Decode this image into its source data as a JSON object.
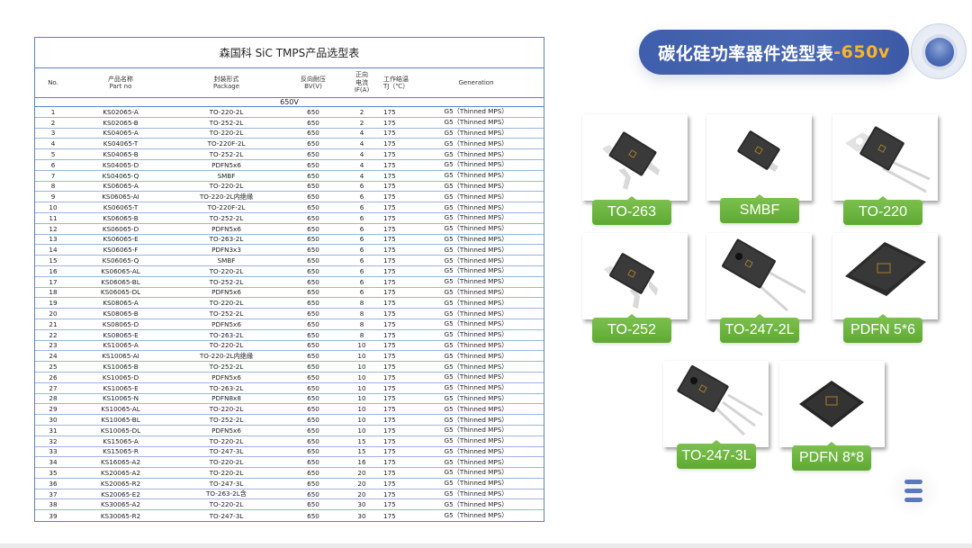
{
  "table": {
    "title": "森国科 SiC TMPS产品选型表",
    "headers": {
      "no": "No.",
      "part_cn": "产品名称",
      "part_en": "Part no",
      "pkg_cn": "封装形式",
      "pkg_en": "Package",
      "bv_cn": "反向耐压",
      "bv_en": "BV(V)",
      "if_cn1": "正向",
      "if_cn2": "电流",
      "if_en": "IF(A)",
      "tj_cn": "工作结温",
      "tj_en": "TJ（℃）",
      "gen": "Generation"
    },
    "group_label": "650V",
    "rows": [
      {
        "no": "1",
        "part": "KS02065-A",
        "pkg": "TO-220-2L",
        "bv": "650",
        "if": "2",
        "tj": "175",
        "gen": "G5（Thinned MPS）"
      },
      {
        "no": "2",
        "part": "KS02065-B",
        "pkg": "TO-252-2L",
        "bv": "650",
        "if": "2",
        "tj": "175",
        "gen": "G5（Thinned MPS）"
      },
      {
        "no": "3",
        "part": "KS04065-A",
        "pkg": "TO-220-2L",
        "bv": "650",
        "if": "4",
        "tj": "175",
        "gen": "G5（Thinned MPS）"
      },
      {
        "no": "4",
        "part": "KS04065-T",
        "pkg": "TO-220F-2L",
        "bv": "650",
        "if": "4",
        "tj": "175",
        "gen": "G5（Thinned MPS）"
      },
      {
        "no": "5",
        "part": "KS04065-B",
        "pkg": "TO-252-2L",
        "bv": "650",
        "if": "4",
        "tj": "175",
        "gen": "G5（Thinned MPS）"
      },
      {
        "no": "6",
        "part": "KS04065-D",
        "pkg": "PDFN5x6",
        "bv": "650",
        "if": "4",
        "tj": "175",
        "gen": "G5（Thinned MPS）"
      },
      {
        "no": "7",
        "part": "KS04065-Q",
        "pkg": "SMBF",
        "bv": "650",
        "if": "4",
        "tj": "175",
        "gen": "G5（Thinned MPS）"
      },
      {
        "no": "8",
        "part": "KS06065-A",
        "pkg": "TO-220-2L",
        "bv": "650",
        "if": "6",
        "tj": "175",
        "gen": "G5（Thinned MPS）"
      },
      {
        "no": "9",
        "part": "KS06065-AI",
        "pkg": "TO-220-2L内绝缘",
        "bv": "650",
        "if": "6",
        "tj": "175",
        "gen": "G5（Thinned MPS）"
      },
      {
        "no": "10",
        "part": "KS06065-T",
        "pkg": "TO-220F-2L",
        "bv": "650",
        "if": "6",
        "tj": "175",
        "gen": "G5（Thinned MPS）"
      },
      {
        "no": "11",
        "part": "KS06065-B",
        "pkg": "TO-252-2L",
        "bv": "650",
        "if": "6",
        "tj": "175",
        "gen": "G5（Thinned MPS）"
      },
      {
        "no": "12",
        "part": "KS06065-D",
        "pkg": "PDFN5x6",
        "bv": "650",
        "if": "6",
        "tj": "175",
        "gen": "G5（Thinned MPS）"
      },
      {
        "no": "13",
        "part": "KS06065-E",
        "pkg": "TO-263-2L",
        "bv": "650",
        "if": "6",
        "tj": "175",
        "gen": "G5（Thinned MPS）"
      },
      {
        "no": "14",
        "part": "KS06065-F",
        "pkg": "PDFN3x3",
        "bv": "650",
        "if": "6",
        "tj": "175",
        "gen": "G5（Thinned MPS）"
      },
      {
        "no": "15",
        "part": "KS06065-Q",
        "pkg": "SMBF",
        "bv": "650",
        "if": "6",
        "tj": "175",
        "gen": "G5（Thinned MPS）"
      },
      {
        "no": "16",
        "part": "KS06065-AL",
        "pkg": "TO-220-2L",
        "bv": "650",
        "if": "6",
        "tj": "175",
        "gen": "G5（Thinned MPS）"
      },
      {
        "no": "17",
        "part": "KS06065-BL",
        "pkg": "TO-252-2L",
        "bv": "650",
        "if": "6",
        "tj": "175",
        "gen": "G5（Thinned MPS）"
      },
      {
        "no": "18",
        "part": "KS06065-DL",
        "pkg": "PDFN5x6",
        "bv": "650",
        "if": "6",
        "tj": "175",
        "gen": "G5（Thinned MPS）"
      },
      {
        "no": "19",
        "part": "KS08065-A",
        "pkg": "TO-220-2L",
        "bv": "650",
        "if": "8",
        "tj": "175",
        "gen": "G5（Thinned MPS）"
      },
      {
        "no": "20",
        "part": "KS08065-B",
        "pkg": "TO-252-2L",
        "bv": "650",
        "if": "8",
        "tj": "175",
        "gen": "G5（Thinned MPS）"
      },
      {
        "no": "21",
        "part": "KS08065-D",
        "pkg": "PDFN5x6",
        "bv": "650",
        "if": "8",
        "tj": "175",
        "gen": "G5（Thinned MPS）"
      },
      {
        "no": "22",
        "part": "KS08065-E",
        "pkg": "TO-263-2L",
        "bv": "650",
        "if": "8",
        "tj": "175",
        "gen": "G5（Thinned MPS）"
      },
      {
        "no": "23",
        "part": "KS10065-A",
        "pkg": "TO-220-2L",
        "bv": "650",
        "if": "10",
        "tj": "175",
        "gen": "G5（Thinned MPS）"
      },
      {
        "no": "24",
        "part": "KS10065-AI",
        "pkg": "TO-220-2L内绝缘",
        "bv": "650",
        "if": "10",
        "tj": "175",
        "gen": "G5（Thinned MPS）"
      },
      {
        "no": "25",
        "part": "KS10065-B",
        "pkg": "TO-252-2L",
        "bv": "650",
        "if": "10",
        "tj": "175",
        "gen": "G5（Thinned MPS）"
      },
      {
        "no": "26",
        "part": "KS10065-D",
        "pkg": "PDFN5x6",
        "bv": "650",
        "if": "10",
        "tj": "175",
        "gen": "G5（Thinned MPS）"
      },
      {
        "no": "27",
        "part": "KS10065-E",
        "pkg": "TO-263-2L",
        "bv": "650",
        "if": "10",
        "tj": "175",
        "gen": "G5（Thinned MPS）"
      },
      {
        "no": "28",
        "part": "KS10065-N",
        "pkg": "PDFN8x8",
        "bv": "650",
        "if": "10",
        "tj": "175",
        "gen": "G5（Thinned MPS）"
      },
      {
        "no": "29",
        "part": "KS10065-AL",
        "pkg": "TO-220-2L",
        "bv": "650",
        "if": "10",
        "tj": "175",
        "gen": "G5（Thinned MPS）"
      },
      {
        "no": "30",
        "part": "KS10065-BL",
        "pkg": "TO-252-2L",
        "bv": "650",
        "if": "10",
        "tj": "175",
        "gen": "G5（Thinned MPS）"
      },
      {
        "no": "31",
        "part": "KS10065-DL",
        "pkg": "PDFN5x6",
        "bv": "650",
        "if": "10",
        "tj": "175",
        "gen": "G5（Thinned MPS）"
      },
      {
        "no": "32",
        "part": "KS15065-A",
        "pkg": "TO-220-2L",
        "bv": "650",
        "if": "15",
        "tj": "175",
        "gen": "G5（Thinned MPS）"
      },
      {
        "no": "33",
        "part": "KS15065-R",
        "pkg": "TO-247-3L",
        "bv": "650",
        "if": "15",
        "tj": "175",
        "gen": "G5（Thinned MPS）"
      },
      {
        "no": "34",
        "part": "KS16065-A2",
        "pkg": "TO-220-2L",
        "bv": "650",
        "if": "16",
        "tj": "175",
        "gen": "G5（Thinned MPS）"
      },
      {
        "no": "35",
        "part": "KS20065-A2",
        "pkg": "TO-220-2L",
        "bv": "650",
        "if": "20",
        "tj": "175",
        "gen": "G5（Thinned MPS）"
      },
      {
        "no": "36",
        "part": "KS20065-R2",
        "pkg": "TO-247-3L",
        "bv": "650",
        "if": "20",
        "tj": "175",
        "gen": "G5（Thinned MPS）"
      },
      {
        "no": "37",
        "part": "KS20065-E2",
        "pkg": "TO-263-2L含",
        "bv": "650",
        "if": "20",
        "tj": "175",
        "gen": "G5（Thinned MPS）"
      },
      {
        "no": "38",
        "part": "KS30065-A2",
        "pkg": "TO-220-2L",
        "bv": "650",
        "if": "30",
        "tj": "175",
        "gen": "G5（Thinned MPS）"
      },
      {
        "no": "39",
        "part": "KS30065-R2",
        "pkg": "TO-247-3L",
        "bv": "650",
        "if": "30",
        "tj": "175",
        "gen": "G5（Thinned MPS）"
      }
    ]
  },
  "banner": {
    "title_main": "碳化硅功率器件选型表",
    "title_accent": "-650v",
    "accent_color": "#f7b52c",
    "pill_color": "#4563ad"
  },
  "packages": [
    {
      "label": "TO-263",
      "icon": "to263-package-icon"
    },
    {
      "label": "SMBF",
      "icon": "smbf-package-icon"
    },
    {
      "label": "TO-220",
      "icon": "to220-package-icon"
    },
    {
      "label": "TO-252",
      "icon": "to252-package-icon"
    },
    {
      "label": "TO-247-2L",
      "icon": "to247-2l-package-icon"
    },
    {
      "label": "PDFN 5*6",
      "icon": "pdfn56-package-icon"
    },
    {
      "label": "TO-247-3L",
      "icon": "to247-3l-package-icon"
    },
    {
      "label": "PDFN 8*8",
      "icon": "pdfn88-package-icon"
    }
  ],
  "menu": {
    "icon": "hamburger-menu-icon"
  }
}
